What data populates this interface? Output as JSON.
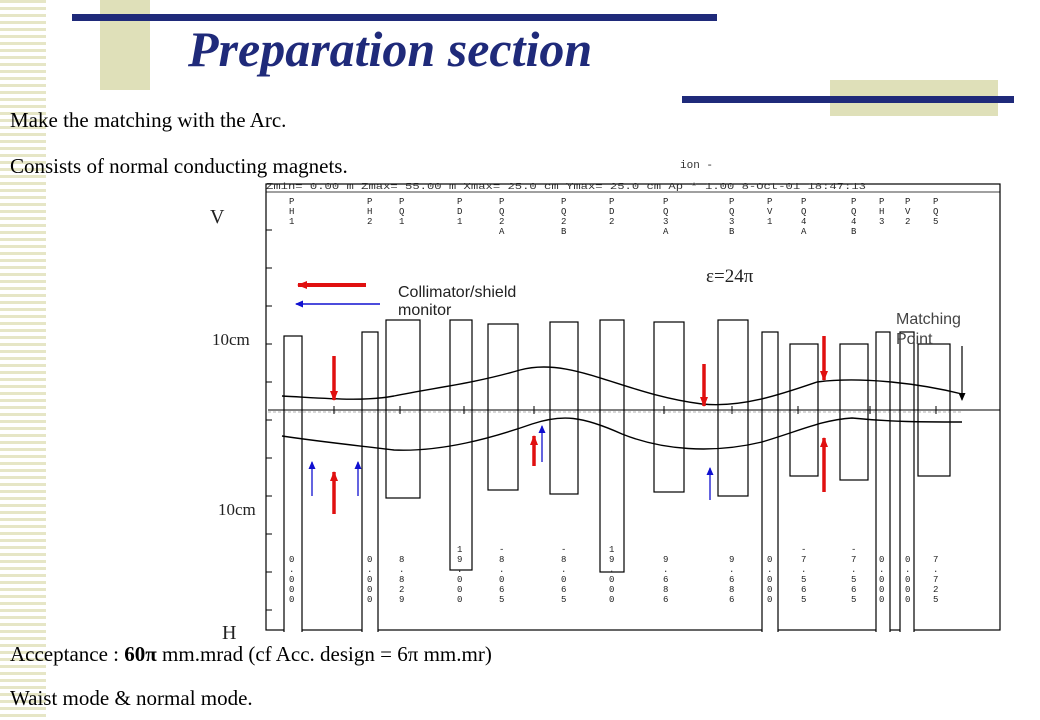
{
  "slide": {
    "title": "Preparation section",
    "bullets": [
      "Make the matching with the Arc.",
      "Consists of normal conducting magnets."
    ],
    "acceptance": {
      "prefix": "Acceptance : ",
      "value": "60π",
      "rest": " mm.mrad (cf Acc. design = 6π mm.mr)"
    },
    "mode": "Waist mode & normal mode."
  },
  "diagram": {
    "header_text": "ion -",
    "params_text": "Zmin=  0.00 m  Zmax= 55.00 m  Xmax= 25.0 cm  Ymax= 25.0 cm  Ap * 1.00   8-Oct-01 18:47:13",
    "axis_top_label": "V",
    "axis_bottom_label": "H",
    "upper_scale_label": "10cm",
    "lower_scale_label": "10cm",
    "emittance_label": "ε=24π",
    "legend": {
      "collimator": "Collimator/shield",
      "monitor": "monitor"
    },
    "matching_label": [
      "Matching",
      "Point"
    ],
    "elements": [
      "PH1",
      "PH2",
      "PQ1",
      "PD1",
      "PQ2A",
      "PQ2B",
      "PD2",
      "PQ3A",
      "PQ3B",
      "PV1",
      "PQ4A",
      "PQ4B",
      "PH3",
      "PV2",
      "PQ5"
    ],
    "angles": [
      "0.000",
      "0.000",
      "8.829",
      "19.000",
      "-8.065",
      "-8.065",
      "19.000",
      "9.686",
      "9.686",
      "0.000",
      "-7.565",
      "-7.565",
      "0.000",
      "0.000",
      "7.725"
    ],
    "colors": {
      "title": "#1f2a7a",
      "collimator_arrow": "#e01010",
      "monitor_arrow": "#1010d0"
    }
  }
}
